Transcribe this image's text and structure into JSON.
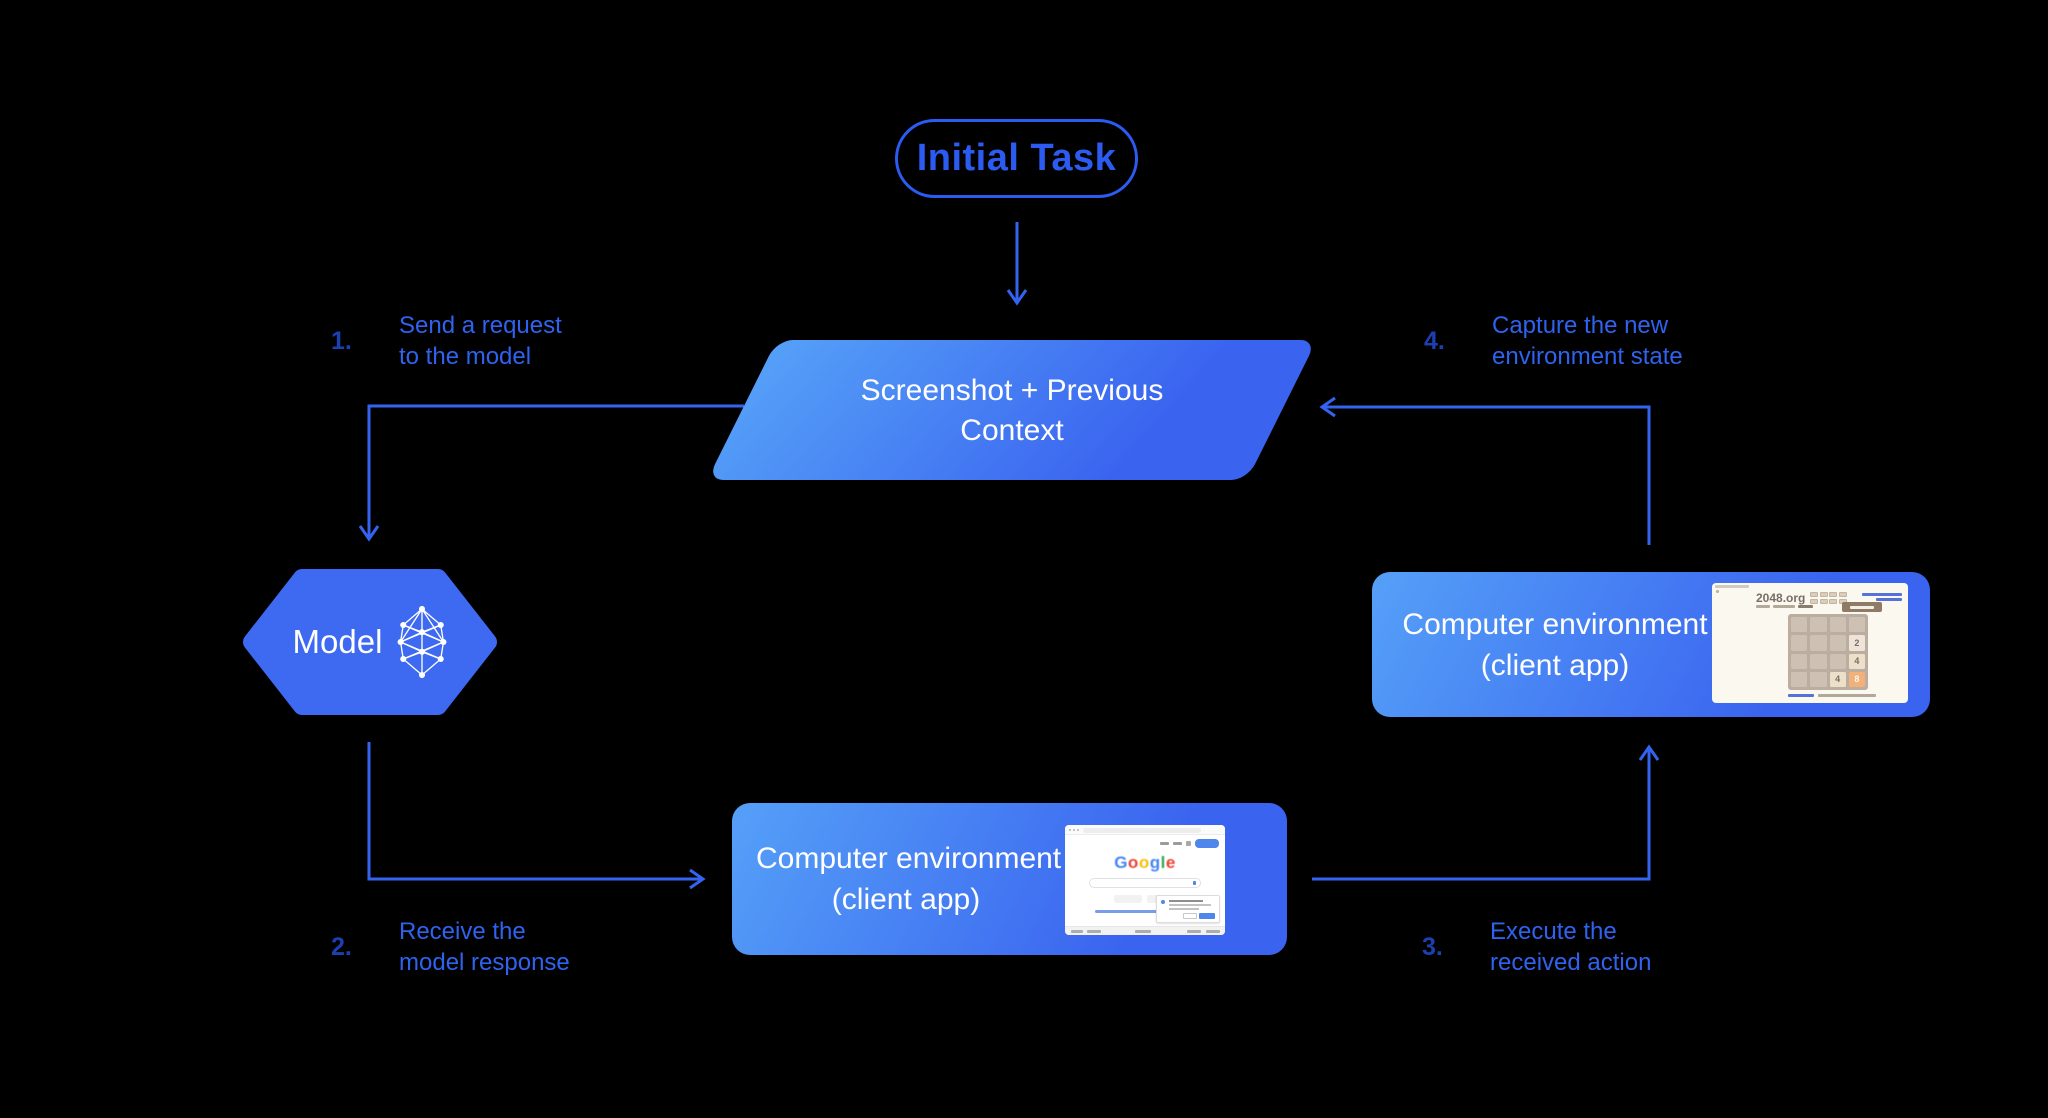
{
  "colors": {
    "background": "#000000",
    "accent_blue": "#2c5bf2",
    "arrow_blue": "#3463f0",
    "step_number_blue": "#1c40b2",
    "step_text_blue": "#2f62ee",
    "shape_gradient_light": "#55a0f8",
    "shape_gradient_dark": "#3a63ef",
    "model_fill": "#3e69f1",
    "google_blue": "#4285f4",
    "google_red": "#ea4335",
    "google_yellow": "#fbbc05",
    "google_green": "#34a853"
  },
  "diagram": {
    "initial_task_label": "Initial Task",
    "screenshot_box_lines": [
      "Screenshot + Previous",
      "Context"
    ],
    "model_label": "Model",
    "env_bottom_lines": [
      "Computer environment",
      "(client app)"
    ],
    "env_right_lines": [
      "Computer environment",
      "(client app)"
    ],
    "steps": [
      {
        "number": "1.",
        "lines": [
          "Send a request",
          "to the model"
        ]
      },
      {
        "number": "2.",
        "lines": [
          "Receive the",
          "model response"
        ]
      },
      {
        "number": "3.",
        "lines": [
          "Execute the",
          "received action"
        ]
      },
      {
        "number": "4.",
        "lines": [
          "Capture the new",
          "environment state"
        ]
      }
    ]
  },
  "mini_google": {
    "logo": [
      "G",
      "o",
      "o",
      "g",
      "l",
      "e"
    ]
  },
  "mini_2048": {
    "site_title": "2048.org",
    "tiles": [
      "2",
      "4",
      "4",
      "8"
    ]
  }
}
